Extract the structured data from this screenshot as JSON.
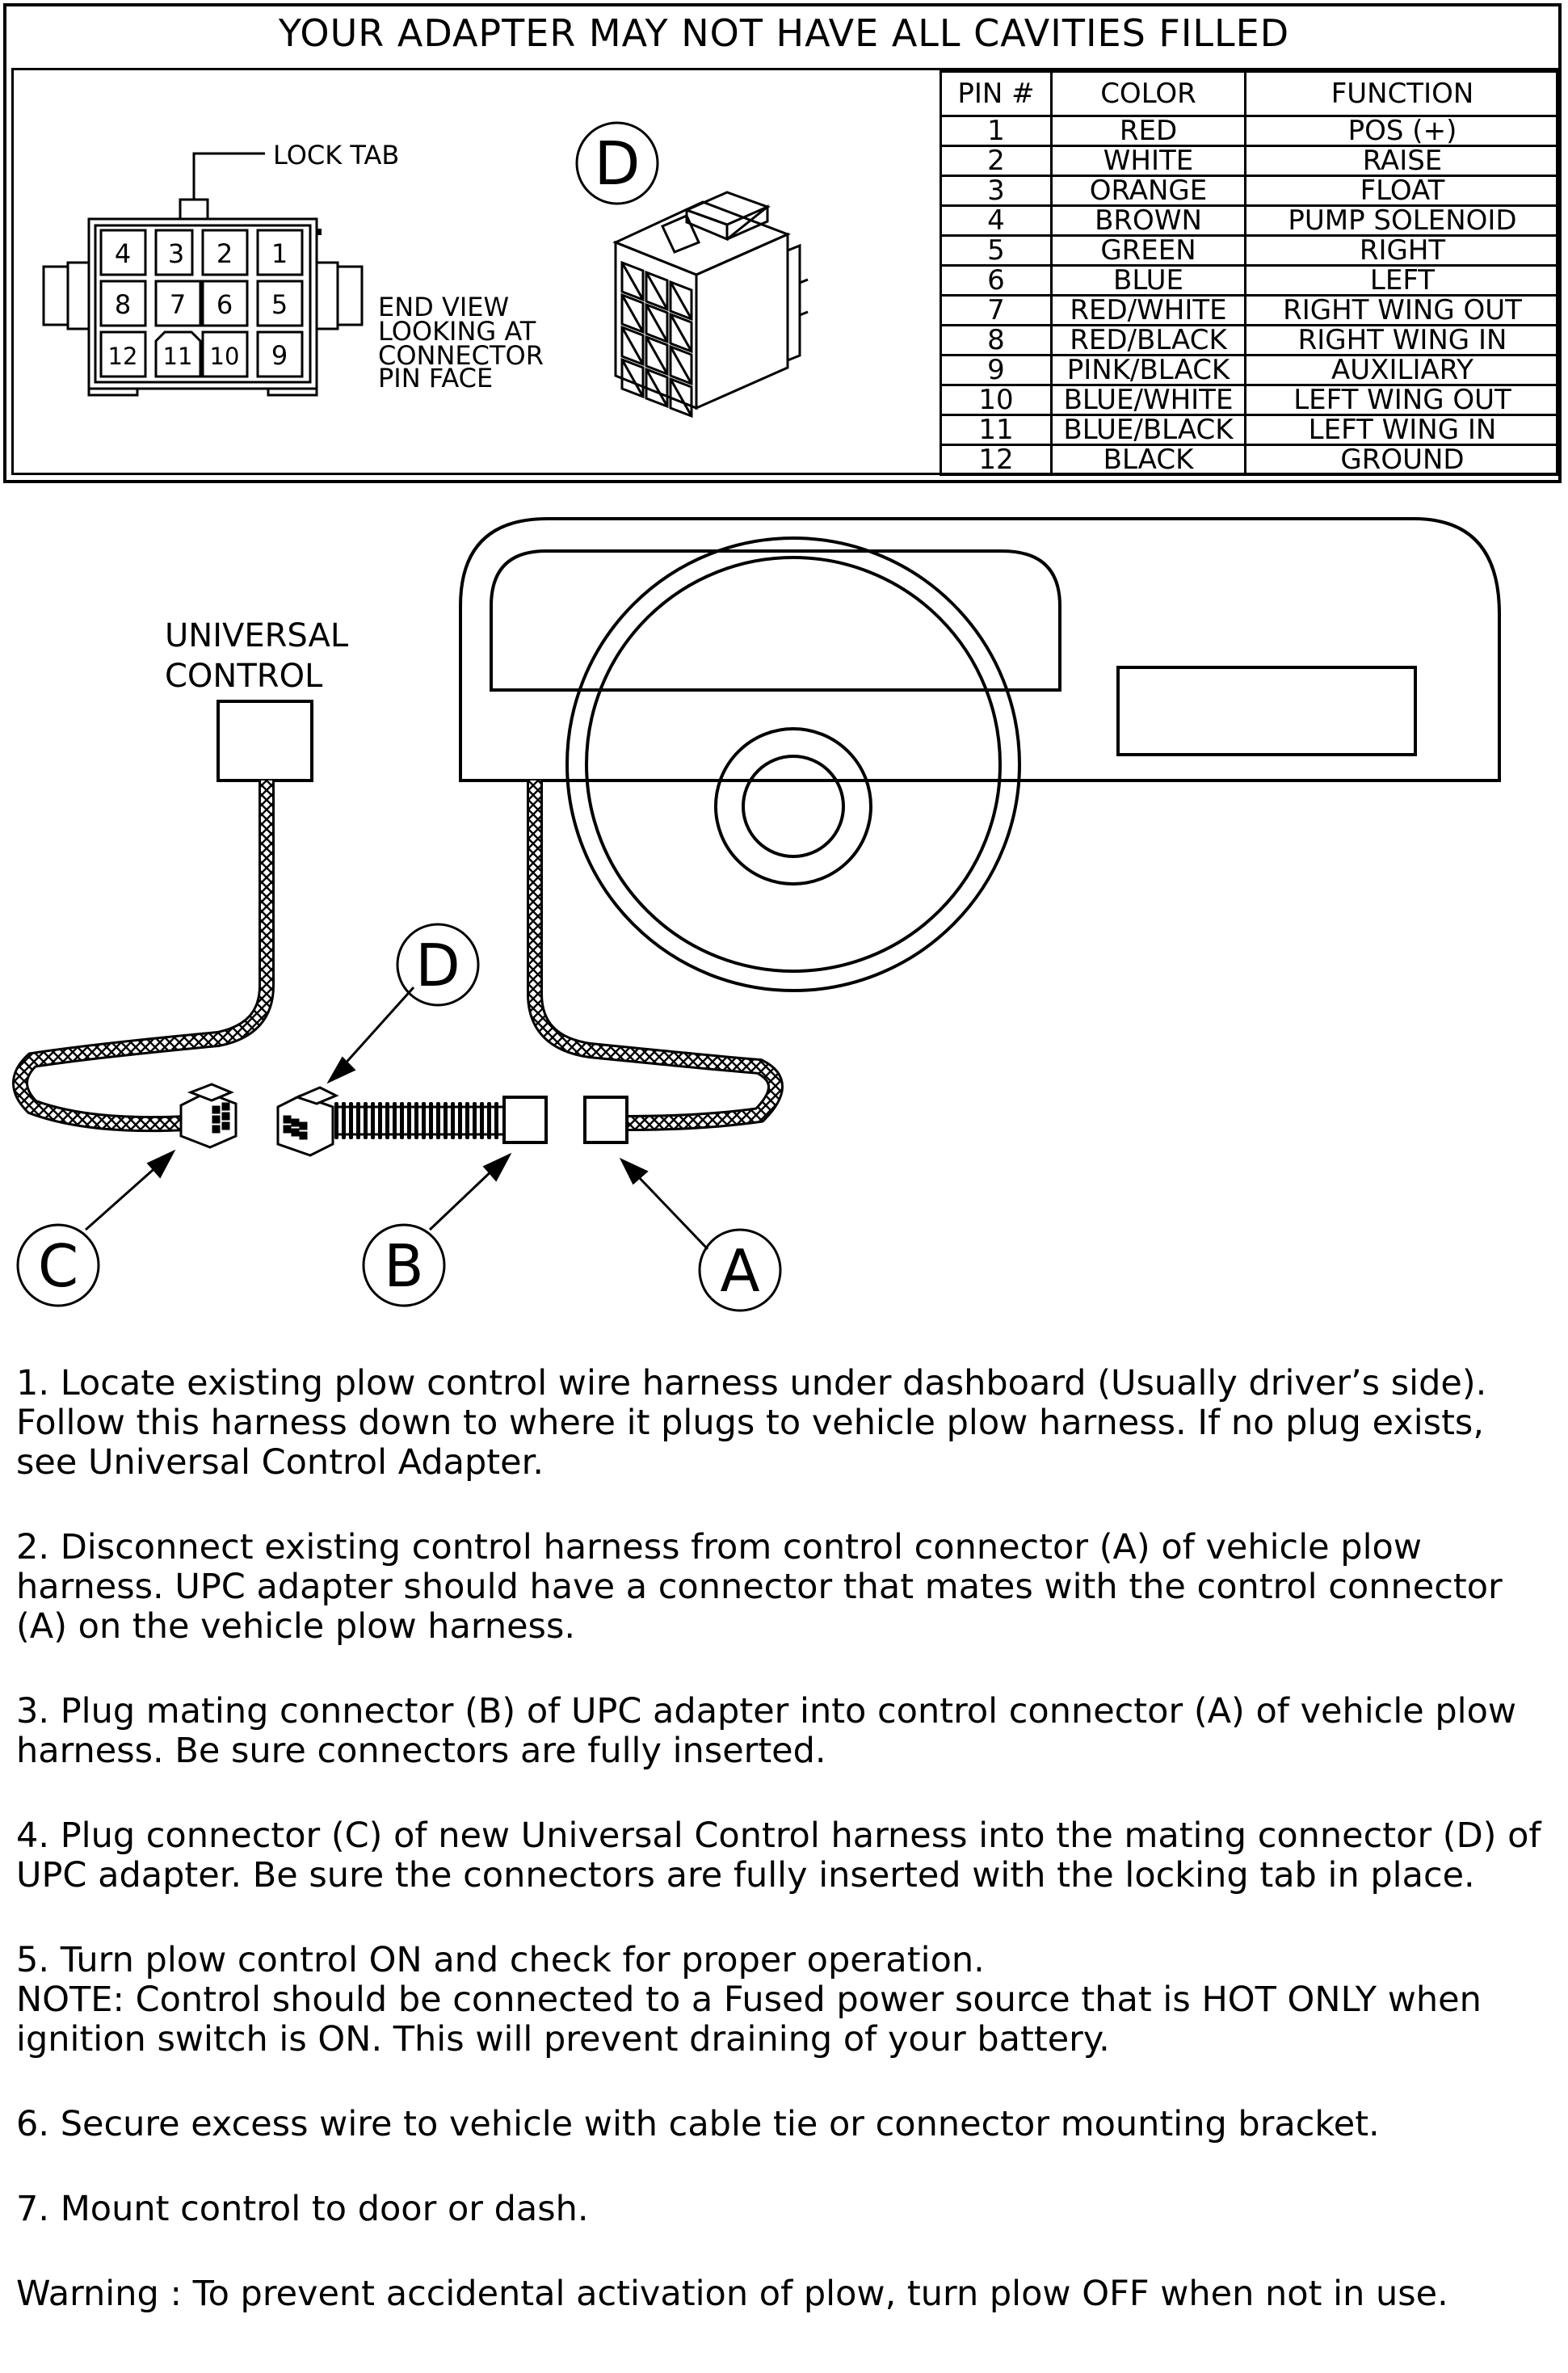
{
  "header": {
    "notice": "YOUR ADAPTER MAY NOT HAVE ALL CAVITIES FILLED"
  },
  "connector_end_view": {
    "lock_tab_label": "LOCK TAB",
    "caption_lines": [
      "END VIEW",
      "LOOKING AT",
      "CONNECTOR",
      "PIN FACE"
    ],
    "pins_top_row": [
      "4",
      "3",
      "2",
      "1"
    ],
    "pins_middle_row": [
      "8",
      "7",
      "6",
      "5"
    ],
    "pins_bottom_row": [
      "12",
      "11",
      "10",
      "9"
    ]
  },
  "connector_iso_label": "D",
  "pin_table": {
    "headers": [
      "PIN #",
      "COLOR",
      "FUNCTION"
    ],
    "rows": [
      {
        "pin": "1",
        "color": "RED",
        "function": "POS (+)"
      },
      {
        "pin": "2",
        "color": "WHITE",
        "function": "RAISE"
      },
      {
        "pin": "3",
        "color": "ORANGE",
        "function": "FLOAT"
      },
      {
        "pin": "4",
        "color": "BROWN",
        "function": "PUMP SOLENOID"
      },
      {
        "pin": "5",
        "color": "GREEN",
        "function": "RIGHT"
      },
      {
        "pin": "6",
        "color": "BLUE",
        "function": "LEFT"
      },
      {
        "pin": "7",
        "color": "RED/WHITE",
        "function": "RIGHT WING OUT"
      },
      {
        "pin": "8",
        "color": "RED/BLACK",
        "function": "RIGHT WING IN"
      },
      {
        "pin": "9",
        "color": "PINK/BLACK",
        "function": "AUXILIARY"
      },
      {
        "pin": "10",
        "color": "BLUE/WHITE",
        "function": "LEFT WING OUT"
      },
      {
        "pin": "11",
        "color": "BLUE/BLACK",
        "function": "LEFT WING IN"
      },
      {
        "pin": "12",
        "color": "BLACK",
        "function": "GROUND"
      }
    ]
  },
  "wiring_diagram": {
    "universal_control_lines": [
      "UNIVERSAL",
      "CONTROL"
    ],
    "callout_a": "A",
    "callout_b": "B",
    "callout_c": "C",
    "callout_d": "D"
  },
  "instructions": [
    "1. Locate existing plow control wire harness under dashboard (Usually driver’s side). Follow this harness down to where it plugs to vehicle plow harness. If no plug exists, see Universal Control Adapter.",
    "2. Disconnect existing control harness from control connector (A) of vehicle plow harness. UPC adapter should have a connector that mates with the control connector (A) on the vehicle plow harness.",
    "3. Plug mating connector (B) of UPC adapter into control connector (A) of vehicle plow harness. Be sure connectors are fully inserted.",
    "4. Plug connector (C) of new Universal Control harness into the mating connector (D) of UPC adapter. Be sure the connectors are fully inserted with the locking tab in place.",
    "5. Turn plow control ON and check for proper operation.",
    "NOTE: Control should be connected to a Fused power source that is HOT ONLY when ignition switch is ON. This will prevent draining of your battery.",
    "6. Secure excess wire to vehicle with cable tie or connector mounting bracket.",
    "7. Mount control to door or dash.",
    "Warning : To prevent accidental activation of plow, turn plow OFF when not in use."
  ]
}
